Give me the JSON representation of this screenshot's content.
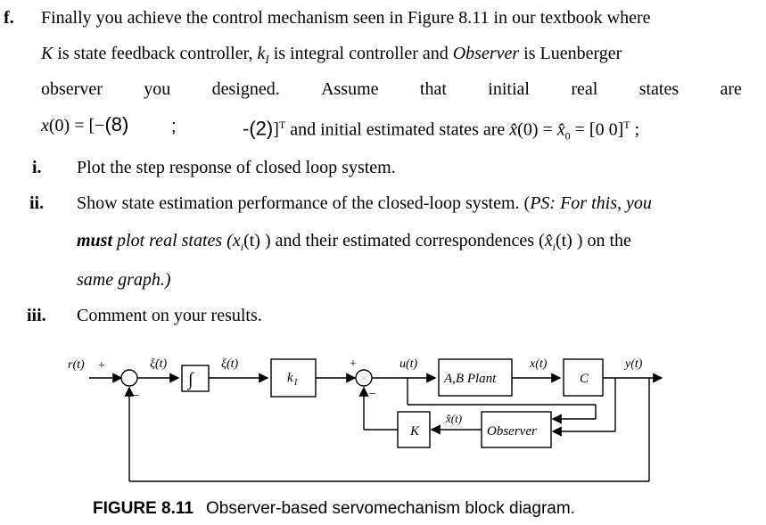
{
  "problem": {
    "letter": "f.",
    "line1": "Finally you achieve the control mechanism seen in Figure 8.11 in our textbook where",
    "line2_words": [
      {
        "t": "K",
        "i": true
      },
      {
        "t": " is state feedback controller, ",
        "i": false
      },
      {
        "t": "k",
        "i": true,
        "sub": "I"
      },
      {
        "t": " is integral controller and ",
        "i": false
      },
      {
        "t": "Observer",
        "i": true
      },
      {
        "t": " is Luenberger",
        "i": false
      }
    ],
    "line3_words": [
      "observer",
      "you",
      "designed.",
      "Assume",
      "that",
      "initial",
      "real",
      "states",
      "are"
    ],
    "line4": {
      "x0": "x",
      "x0_paren": "(0) = [−",
      "val1": "(8)",
      "sep": ";",
      "val2": "-(2)",
      "close": "]",
      "T1": "T",
      "mid": " and initial estimated states are ",
      "xhat": "x̂",
      "eq2": "(0) = ",
      "xhat0": "x̂",
      "sub0": "0",
      "vec": " = [0   0]",
      "T2": "T",
      "end": " ;"
    }
  },
  "items": [
    {
      "num": "i.",
      "text": "Plot the step response of closed loop system."
    },
    {
      "num": "ii.",
      "text": "Show state estimation performance of the closed-loop system. (",
      "ps": "PS: For this, you",
      "line2_bold": "must",
      "line2_a": " plot real states (",
      "line2_xi": "x",
      "line2_b": "(t) ) and their estimated correspondences (",
      "line2_xhat": "x̂",
      "line2_c": "(t) ) on the",
      "line3": "same graph.)"
    },
    {
      "num": "iii.",
      "text": "Comment on your results."
    }
  ],
  "diagram": {
    "r": "r(t)",
    "xi_dot": "ξ̇(t)",
    "xi": "ξ(t)",
    "integrator": "∫",
    "kI": "k",
    "kI_sub": "I",
    "u": "u(t)",
    "plant": "A,B Plant",
    "x": "x(t)",
    "C": "C",
    "y": "y(t)",
    "K": "K",
    "xhat": "x̂(t)",
    "observer": "Observer",
    "plus": "+",
    "minus": "−"
  },
  "caption": {
    "number": "FIGURE 8.11",
    "text": "Observer-based servomechanism block diagram."
  }
}
